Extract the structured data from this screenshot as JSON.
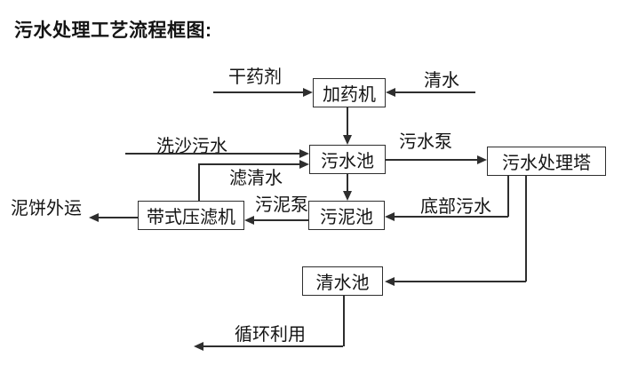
{
  "title": "污水处理工艺流程框图:",
  "diagram": {
    "nodes": {
      "dosing_machine": "加药机",
      "sewage_pool": "污水池",
      "treatment_tower": "污水处理塔",
      "sludge_pool": "污泥池",
      "belt_filter_press": "带式压滤机",
      "clean_water_pool": "清水池"
    },
    "labels": {
      "dry_agent": "干药剂",
      "clean_water": "清水",
      "sand_wash_sewage": "洗沙污水",
      "sewage_pump": "污水泵",
      "filtered_water": "滤清水",
      "sludge_pump": "污泥泵",
      "bottom_sewage": "底部污水",
      "mud_cake_out": "泥饼外运",
      "recycle_use": "循环利用"
    },
    "colors": {
      "line": "#2e2e2e",
      "text": "#141414",
      "background": "#ffffff"
    }
  }
}
